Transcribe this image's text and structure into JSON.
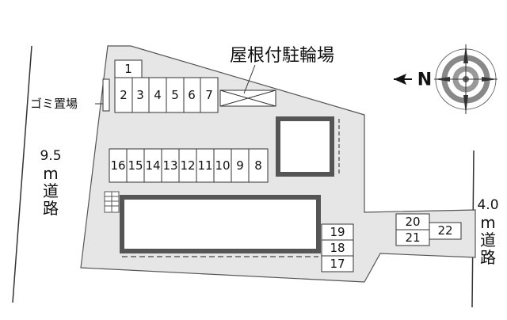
{
  "labels": {
    "bike_parking": "屋根付駐輪場",
    "garbage": "ゴミ置場",
    "north": "N"
  },
  "roads": {
    "left": [
      "9.5",
      "m",
      "道",
      "路"
    ],
    "right": [
      "4.0",
      "m",
      "道",
      "路"
    ]
  },
  "spaces": {
    "top_single": "1",
    "top_row": [
      "2",
      "3",
      "4",
      "5",
      "6",
      "7"
    ],
    "middle_row": [
      "16",
      "15",
      "14",
      "13",
      "12",
      "11",
      "10",
      "9",
      "8"
    ],
    "right_column": [
      "19",
      "18",
      "17"
    ],
    "far_right": [
      "20",
      "21",
      "22"
    ]
  },
  "colors": {
    "site": "#e6e6e6",
    "building": "#555555",
    "line": "#222222"
  },
  "icons": {
    "compass": "compass-rose-icon",
    "stairs": "stairs-icon"
  }
}
